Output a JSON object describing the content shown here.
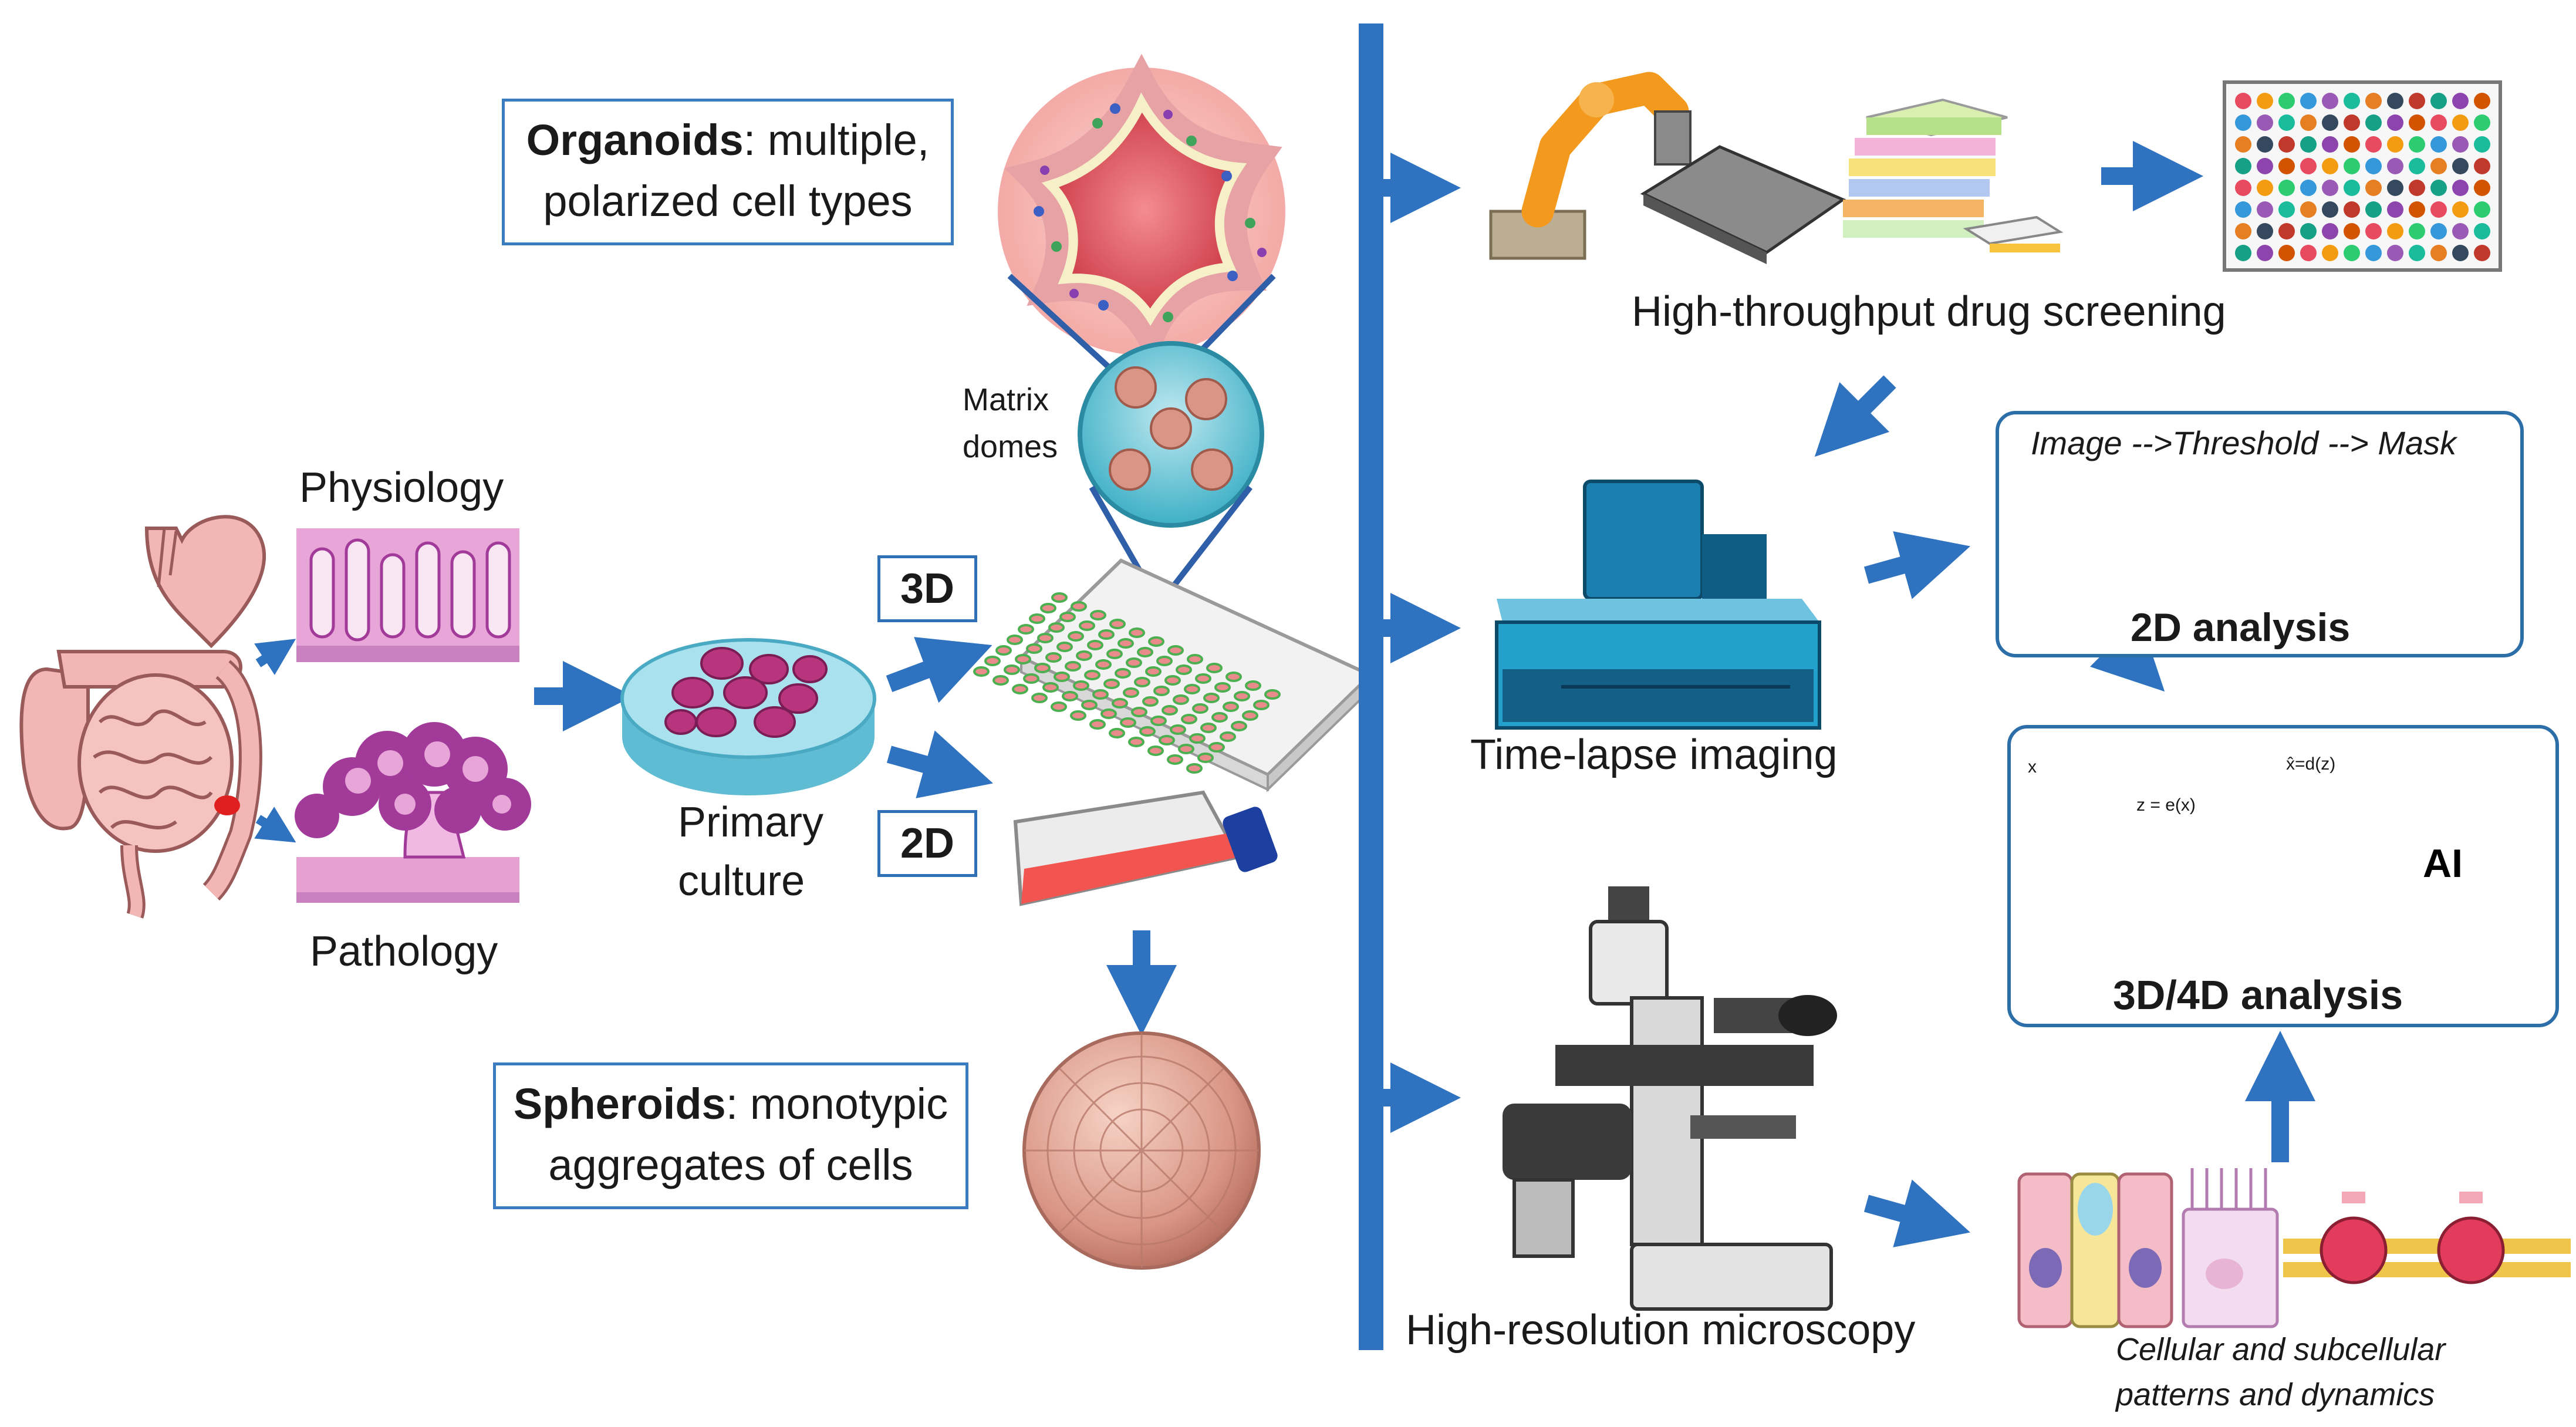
{
  "left": {
    "physiology_label": "Physiology",
    "pathology_label": "Pathology",
    "primary_culture_line1": "Primary",
    "primary_culture_line2": "culture",
    "label_3d": "3D",
    "label_2d": "2D",
    "matrix_line1": "Matrix",
    "matrix_line2": "domes",
    "organoids_bold": "Organoids",
    "organoids_rest": ": multiple,",
    "organoids_line2": "polarized cell types",
    "spheroids_bold": "Spheroids",
    "spheroids_rest": ": monotypic",
    "spheroids_line2": "aggregates of cells"
  },
  "right": {
    "hts_label": "High-throughput drug screening",
    "timelapse_label": "Time-lapse imaging",
    "microscopy_label": "High-resolution microscopy",
    "pipeline_label": "Image -->Threshold --> Mask",
    "analysis2d_label": "2D analysis",
    "analysis3d_label": "3D/4D analysis",
    "ai_label": "AI",
    "nn_x": "x",
    "nn_z": "z = e(x)",
    "nn_xhat": "x̂=d(z)",
    "cellular_line1": "Cellular and subcellular",
    "cellular_line2": "patterns and dynamics"
  },
  "colors": {
    "arrow_blue": "#2f72c0",
    "box_border": "#3a7cbf",
    "tissue_pink": "#e29ad3",
    "tissue_purple": "#a23a9a",
    "organoid_red": "#e34b56",
    "dish_blue": "#8fd6e6",
    "cell_magenta": "#b8357e",
    "robot_orange": "#f39a1e",
    "imager_blue": "#1a7fb0",
    "mask_red": "#e8312c",
    "mask_cyan": "#22e0e6"
  }
}
